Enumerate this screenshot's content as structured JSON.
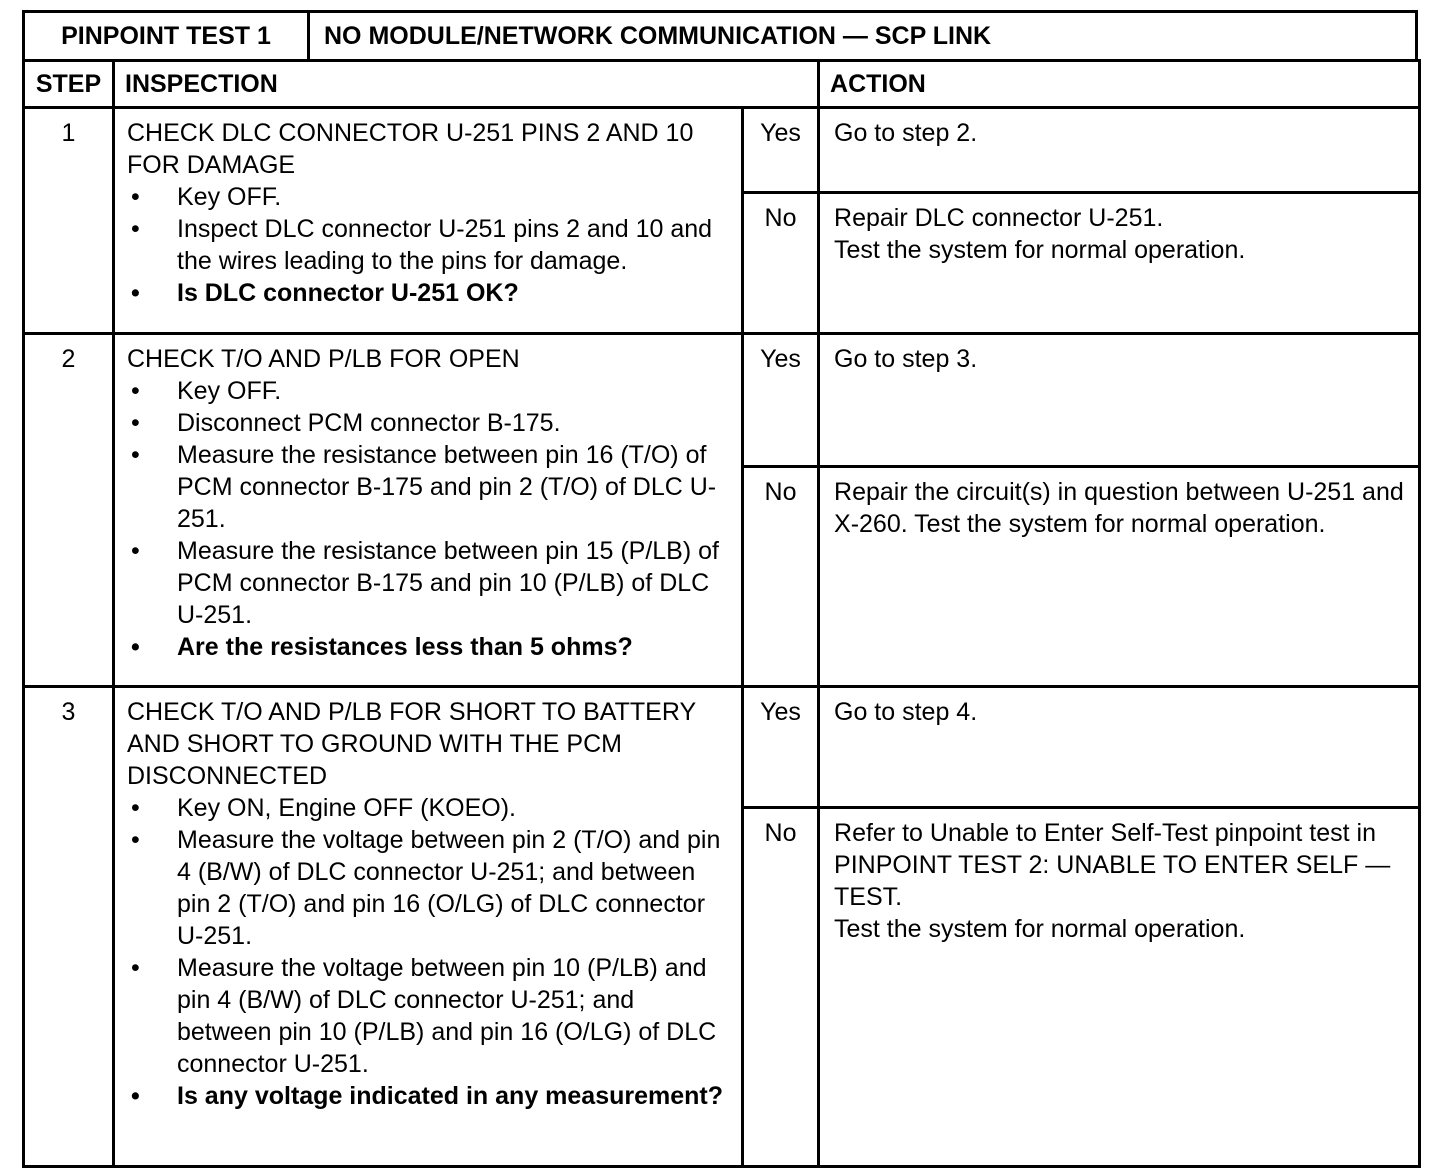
{
  "header": {
    "test_name": "PINPOINT TEST 1",
    "test_title": "NO MODULE/NETWORK COMMUNICATION — SCP LINK"
  },
  "columns": {
    "step": "STEP",
    "inspection": "INSPECTION",
    "action": "ACTION"
  },
  "steps": [
    {
      "number": "1",
      "title": "CHECK DLC CONNECTOR U-251 PINS 2 AND 10 FOR DAMAGE",
      "bullets": [
        {
          "text": "Key OFF.",
          "bold": false
        },
        {
          "text": "Inspect DLC connector U-251 pins 2 and 10 and the wires leading to the pins for damage.",
          "bold": false
        },
        {
          "text": "Is DLC connector U-251 OK?",
          "bold": true
        }
      ],
      "yes_label": "Yes",
      "yes_action": [
        "Go to step 2."
      ],
      "no_label": "No",
      "no_action": [
        "Repair DLC connector U-251.",
        "Test the system for normal operation."
      ]
    },
    {
      "number": "2",
      "title": "CHECK T/O AND P/LB FOR OPEN",
      "bullets": [
        {
          "text": "Key OFF.",
          "bold": false
        },
        {
          "text": "Disconnect PCM connector B-175.",
          "bold": false
        },
        {
          "text": "Measure the resistance between pin 16 (T/O) of PCM connector B-175 and pin 2 (T/O) of DLC U-251.",
          "bold": false
        },
        {
          "text": "Measure the resistance between pin 15 (P/LB) of PCM connector B-175 and pin 10 (P/LB) of DLC U-251.",
          "bold": false
        },
        {
          "text": "Are the resistances less than 5 ohms?",
          "bold": true
        }
      ],
      "yes_label": "Yes",
      "yes_action": [
        "Go to step 3."
      ],
      "no_label": "No",
      "no_action": [
        "Repair the circuit(s) in question between U-251 and X-260. Test the system for normal operation."
      ]
    },
    {
      "number": "3",
      "title": "CHECK T/O AND P/LB FOR SHORT TO BATTERY AND SHORT TO GROUND WITH THE PCM DISCONNECTED",
      "bullets": [
        {
          "text": "Key ON, Engine OFF (KOEO).",
          "bold": false
        },
        {
          "text": "Measure the voltage between pin 2 (T/O) and pin 4 (B/W) of DLC connector U-251; and between pin 2 (T/O) and pin 16 (O/LG) of DLC connector U-251.",
          "bold": false
        },
        {
          "text": "Measure the voltage between pin 10 (P/LB) and pin 4 (B/W) of DLC connector U-251; and between pin 10 (P/LB) and pin 16 (O/LG) of DLC connector U-251.",
          "bold": false
        },
        {
          "text": "Is any voltage indicated in any measurement?",
          "bold": true
        }
      ],
      "yes_label": "Yes",
      "yes_action": [
        "Go to step 4."
      ],
      "no_label": "No",
      "no_action": [
        "Refer to Unable to Enter Self-Test pinpoint test in PINPOINT TEST 2: UNABLE TO ENTER SELF — TEST.",
        "Test the system for normal operation."
      ]
    }
  ]
}
